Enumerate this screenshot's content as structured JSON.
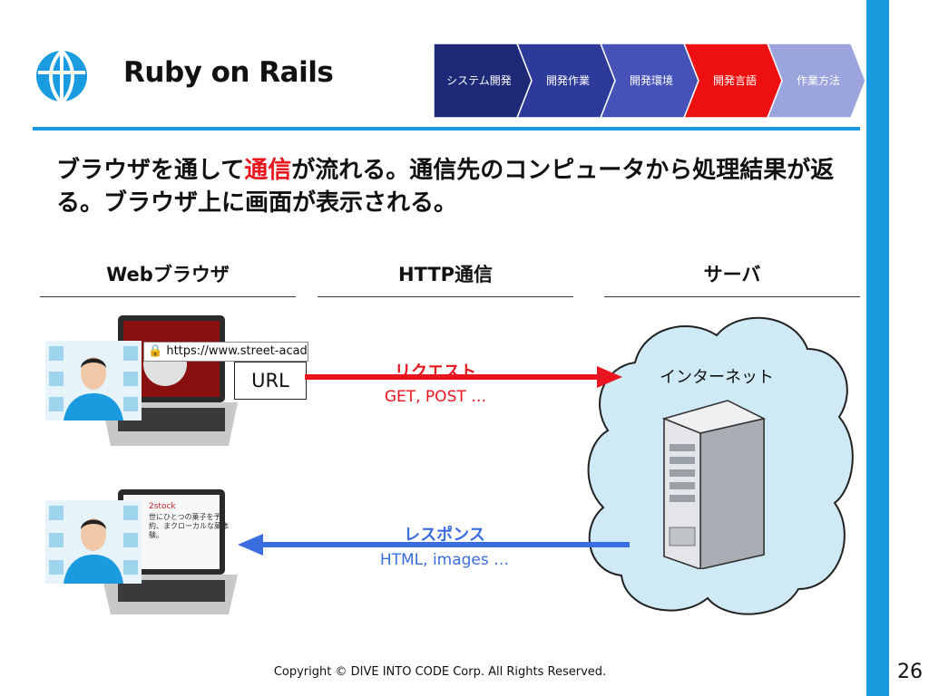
{
  "header": {
    "title": "Ruby on Rails",
    "logo_icon": "globe-icon",
    "accent_color": "#1a9be0"
  },
  "steps": [
    {
      "label": "システム開発",
      "color": "#1e2a78"
    },
    {
      "label": "開発作業",
      "color": "#2e3a9a"
    },
    {
      "label": "開発環境",
      "color": "#4652b8"
    },
    {
      "label": "開発言語",
      "color": "#ee1010"
    },
    {
      "label": "作業方法",
      "color": "#9ca4de"
    }
  ],
  "headline": {
    "part1": "ブラウザを通して",
    "highlight": "通信",
    "part2": "が流れる。通信先のコンピュータから処理結果が返る。ブラウザ上に画面が表示される。"
  },
  "columns": [
    "Webブラウザ",
    "HTTP通信",
    "サーバ"
  ],
  "browser": {
    "address_url": "https://www.street-academy.com/",
    "url_box": "URL",
    "screen2_text_1": "2stock",
    "screen2_text_2": "世にひとつの菓子を予約、まクローカルな菓体験。"
  },
  "request": {
    "label": "リクエスト",
    "methods": "GET, POST …",
    "color": "#e8141e"
  },
  "response": {
    "label": "レスポンス",
    "content": "HTML, images …",
    "color": "#3a6de0"
  },
  "server": {
    "cloud_label": "インターネット",
    "icon": "server-icon",
    "cloud_icon": "cloud-icon"
  },
  "footer": {
    "copyright": "Copyright © DIVE INTO CODE Corp. All Rights Reserved.",
    "page": "26"
  }
}
